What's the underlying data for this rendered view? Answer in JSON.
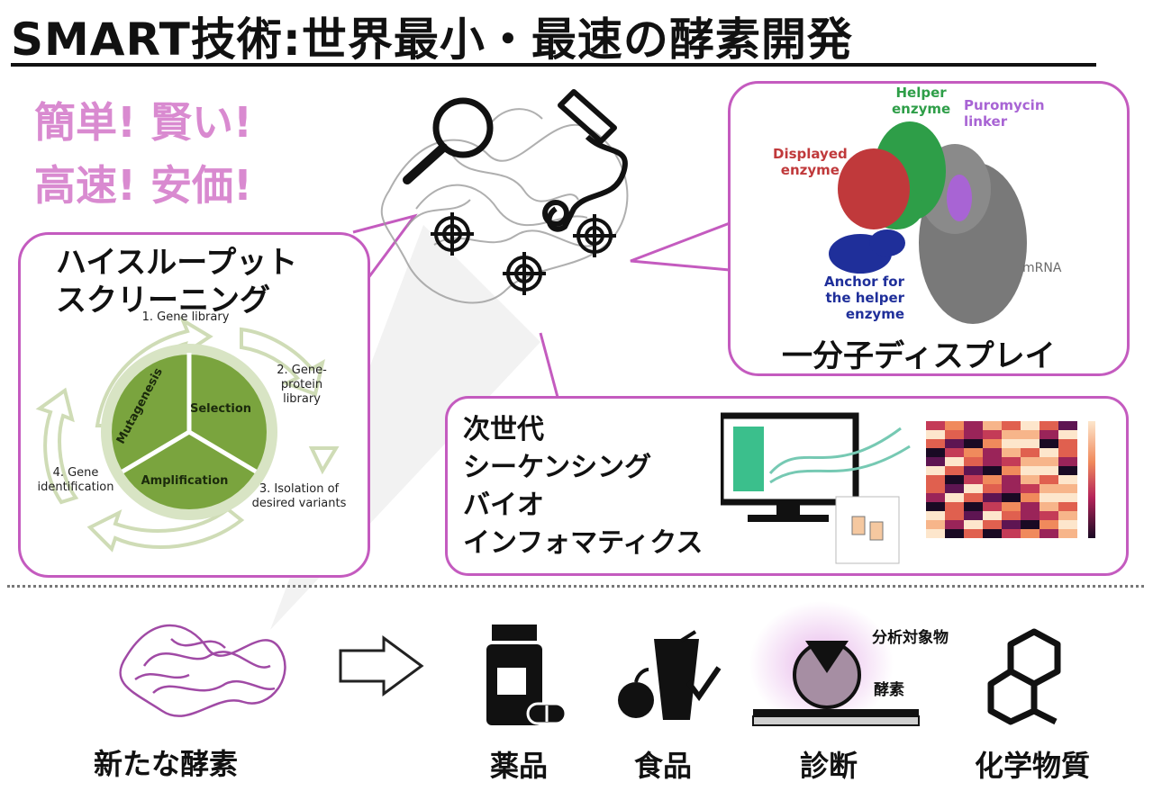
{
  "title": "SMART技術:世界最小・最速の酵素開発",
  "slogan": {
    "line1": "簡単! 賢い!",
    "line2": "高速! 安価!"
  },
  "screening": {
    "title_line1": "ハイスループット",
    "title_line2": "スクリーニング",
    "steps": {
      "gene_library": "1. Gene library",
      "gene_protein_library": "2. Gene-\nprotein\nlibrary",
      "isolation": "3. Isolation of\ndesired variants",
      "identification": "4. Gene\nidentification"
    },
    "segments": {
      "mutagenesis": "Mutagenesis",
      "selection": "Selection",
      "amplification": "Amplification"
    }
  },
  "display": {
    "label": "一分子ディスプレイ",
    "helper_enzyme": "Helper\nenzyme",
    "puromycin_linker": "Puromycin\nlinker",
    "displayed_enzyme": "Displayed\nenzyme",
    "anchor": "Anchor for\nthe helper\nenzyme",
    "mrna": "mRNA",
    "colors": {
      "displayed": "#c0393b",
      "helper": "#2e9e48",
      "puromycin": "#a864d4",
      "anchor": "#1f2f9a",
      "mrna": "#6a6a6a"
    }
  },
  "ngs": {
    "line1": "次世代",
    "line2": "シーケンシング",
    "line3": "バイオ",
    "line4": "インフォマティクス"
  },
  "bottom": {
    "new_enzyme": "新たな酵素",
    "medicine": "薬品",
    "food": "食品",
    "diagnosis": "診断",
    "chemicals": "化学物質",
    "analyte": "分析対象物",
    "enzyme": "酵素"
  },
  "colors": {
    "accent": "#c45bbf",
    "slogan": "#d98ad0",
    "cycle_green": "#7aa43e"
  }
}
